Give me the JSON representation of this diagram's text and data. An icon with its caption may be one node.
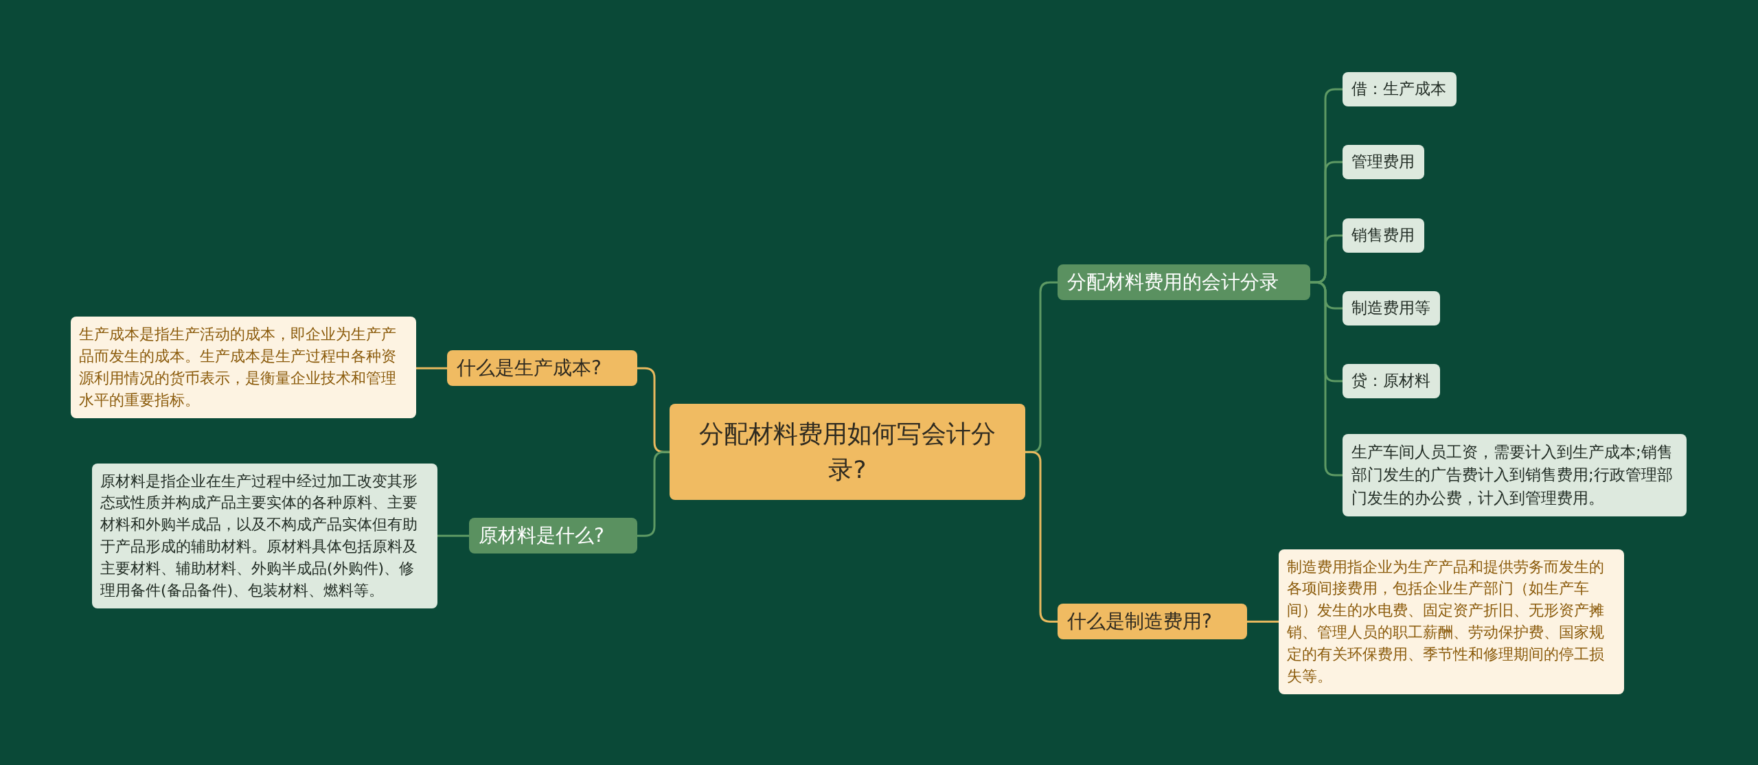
{
  "diagram": {
    "nodes": [
      {
        "text": [
          "分配材料费用如何写会计分录?"
        ]
      },
      {
        "text": [
          "什么是生产成本?"
        ]
      },
      {
        "text": [
          "生产成本是指生产活动的成本，即企业为生产产品而发生的成本。生产成本是生产过程中各种资源利用情况的货币表示，是衡量企业技术和管理水平的重要指标。"
        ]
      },
      {
        "text": [
          "原材料是什么?"
        ]
      },
      {
        "text": [
          "原材料是指企业在生产过程中经过加工改变其形态或性质并构成产品主要实体的各种原料、主要材料和外购半成品，以及不构成产品实体但有助于产品形成的辅助材料。原材料具体包括原料及主要材料、辅助材料、外购半成品(外购件)、修理用备件(备品备件)、包装材料、燃料等。"
        ]
      },
      {
        "text": [
          "分配材料费用的会计分录"
        ]
      },
      {
        "text": [
          "借：生产成本"
        ]
      },
      {
        "text": [
          "管理费用"
        ]
      },
      {
        "text": [
          "销售费用"
        ]
      },
      {
        "text": [
          "制造费用等"
        ]
      },
      {
        "text": [
          "贷：原材料"
        ]
      },
      {
        "text": [
          "生产车间人员工资，需要计入到生产成本;销售部门发生的广告费计入到销售费用;行政管理部门发生的办公费，计入到管理费用。"
        ]
      },
      {
        "text": [
          "什么是制造费用?"
        ]
      },
      {
        "text": [
          "制造费用指企业为生产产品和提供劳务而发生的各项间接费用，包括企业生产部门（如生产车间）发生的水电费、固定资产折旧、无形资产摊销、管理人员的职工薪酬、劳动保护费、国家规定的有关环保费用、季节性和修理期间的停工损失等。"
        ]
      }
    ],
    "edges": [
      {
        "from": 0,
        "to": 1,
        "arrow": "none",
        "color": "#e8b95e"
      },
      {
        "from": 1,
        "to": 2,
        "arrow": "none",
        "color": "#e8b95e"
      },
      {
        "from": 0,
        "to": 3,
        "arrow": "none"
      },
      {
        "from": 3,
        "to": 4,
        "arrow": "none"
      },
      {
        "from": 0,
        "to": 5,
        "arrow": "none"
      },
      {
        "from": 5,
        "to": 6,
        "arrow": "none"
      },
      {
        "from": 5,
        "to": 7,
        "arrow": "none"
      },
      {
        "from": 5,
        "to": 8,
        "arrow": "none"
      },
      {
        "from": 5,
        "to": 9,
        "arrow": "none"
      },
      {
        "from": 5,
        "to": 10,
        "arrow": "none"
      },
      {
        "from": 5,
        "to": 11,
        "arrow": "none"
      },
      {
        "from": 0,
        "to": 12,
        "arrow": "none",
        "color": "#e8b95e"
      },
      {
        "from": 12,
        "to": 13,
        "arrow": "none",
        "color": "#e8b95e"
      }
    ]
  }
}
